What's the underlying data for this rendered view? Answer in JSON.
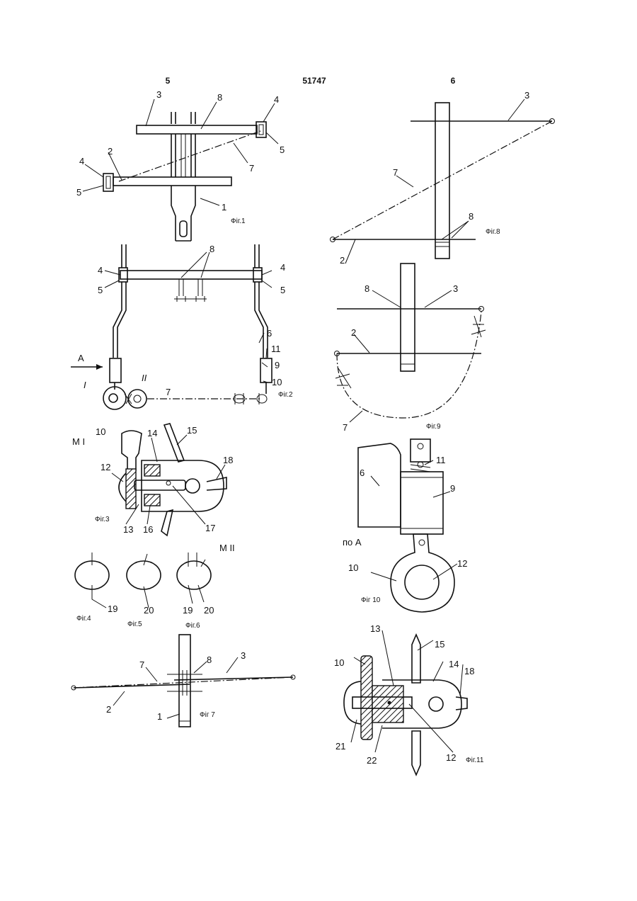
{
  "header": {
    "left_page": "5",
    "patent_number": "51747",
    "right_page": "6"
  },
  "figures": {
    "fig1": {
      "caption": "Фіг.1",
      "labels": [
        "3",
        "8",
        "4",
        "5",
        "2",
        "7",
        "4",
        "5",
        "1"
      ]
    },
    "fig2": {
      "caption": "Фіг.2",
      "labels": [
        "8",
        "4",
        "5",
        "4",
        "5",
        "6",
        "11",
        "9",
        "10",
        "7",
        "A",
        "I",
        "II"
      ]
    },
    "fig3": {
      "caption": "Фіг.3",
      "view_mark": "М I",
      "labels": [
        "10",
        "14",
        "15",
        "18",
        "12",
        "13",
        "16",
        "17"
      ]
    },
    "fig4": {
      "caption": "Фіг.4",
      "labels": [
        "19"
      ]
    },
    "fig5": {
      "caption": "Фіг.5",
      "labels": [
        "20"
      ]
    },
    "fig6": {
      "caption": "Фіг.6",
      "view_mark": "М II",
      "labels": [
        "19",
        "20"
      ]
    },
    "fig7": {
      "caption": "Фіг 7",
      "labels": [
        "7",
        "8",
        "3",
        "2",
        "1"
      ]
    },
    "fig8": {
      "caption": "Фіг.8",
      "labels": [
        "3",
        "7",
        "8",
        "2"
      ]
    },
    "fig9": {
      "caption": "Фіг.9",
      "labels": [
        "8",
        "3",
        "2",
        "7"
      ]
    },
    "fig10": {
      "caption": "Фіг 10",
      "view_mark": "по А",
      "labels": [
        "11",
        "6",
        "9",
        "10",
        "12"
      ]
    },
    "fig11": {
      "caption": "Фіг.11",
      "labels": [
        "13",
        "15",
        "10",
        "14",
        "18",
        "21",
        "22",
        "12"
      ]
    }
  }
}
